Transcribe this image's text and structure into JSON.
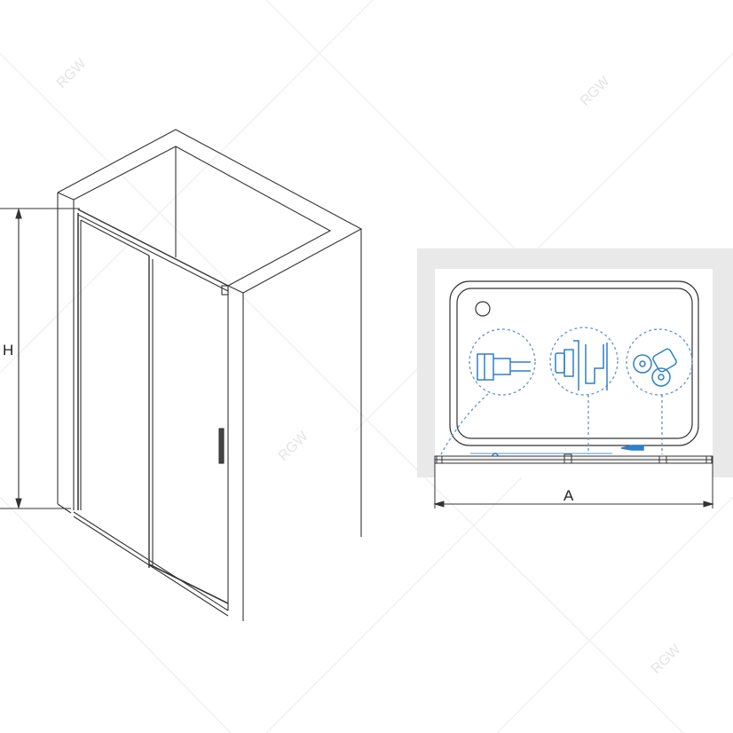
{
  "diagram": {
    "isometric_view": {
      "dimension_label": "H"
    },
    "plan_view": {
      "dimension_label": "A"
    },
    "watermark": "RGW",
    "colors": {
      "line": "#222222",
      "detail_blue": "#2f7fc9",
      "wall_gray": "#e9e9e9"
    }
  }
}
